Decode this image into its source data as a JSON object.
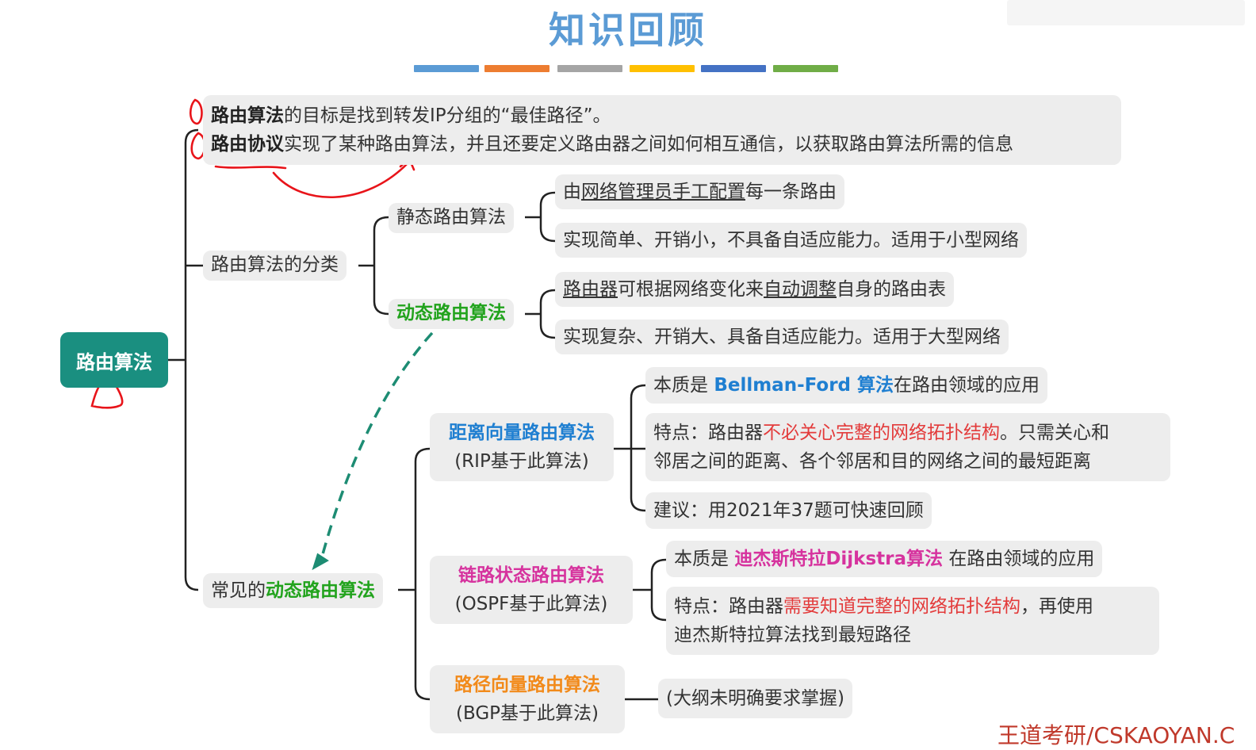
{
  "title": "知识回顾",
  "colors": {
    "title": "#5b9bd5",
    "root_bg": "#1a8f80",
    "green": "#22a31d",
    "blue": "#1f7fd1",
    "magenta": "#d6339e",
    "orange": "#f28a1a",
    "red": "#e33b3b",
    "box_bg": "#ededed",
    "annotation_red": "#e8141a",
    "arrow_teal": "#1d8c73",
    "watermark": "#c0392b",
    "bars": [
      "#5b9bd5",
      "#ed7d31",
      "#a5a5a5",
      "#ffc000",
      "#4472c4",
      "#70ad47"
    ]
  },
  "root": "路由算法",
  "intro": {
    "line1": {
      "bold": "路由算法",
      "text": "的目标是找到转发IP分组的“最佳路径”。"
    },
    "line2": {
      "bold": "路由协议",
      "text": "实现了某种路由算法，并且还要定义路由器之间如何相互通信，以获取路由算法所需的信息"
    }
  },
  "classification": {
    "label": "路由算法的分类",
    "static": {
      "label": "静态路由算法",
      "desc1": {
        "underlined": "网络管理员手工配置",
        "prefix": "由",
        "suffix": "每一条路由"
      },
      "desc2": "实现简单、开销小，不具备自适应能力。适用于小型网络"
    },
    "dynamic": {
      "label": "动态路由算法",
      "desc1": {
        "u1": "路由器",
        "mid": "可根据网络变化来",
        "u2": "自动调整",
        "suffix": "自身的路由表"
      },
      "desc2": "实现复杂、开销大、具备自适应能力。适用于大型网络"
    }
  },
  "common": {
    "prefix": "常见的",
    "highlight": "动态路由算法",
    "dv": {
      "name": "距离向量路由算法",
      "sub": "(RIP基于此算法)",
      "essence": {
        "prefix": "本质是 ",
        "highlight": "Bellman-Ford 算法",
        "suffix": "在路由领域的应用"
      },
      "feature": {
        "prefix": "特点：路由器",
        "highlight": "不必关心完整的网络拓扑结构",
        "suffix": "。只需关心和",
        "line2": "邻居之间的距离、各个邻居和目的网络之间的最短距离"
      },
      "advice": "建议：用2021年37题可快速回顾"
    },
    "ls": {
      "name": "链路状态路由算法",
      "sub": "(OSPF基于此算法)",
      "essence": {
        "prefix": "本质是 ",
        "highlight": "迪杰斯特拉Dijkstra算法",
        "suffix": " 在路由领域的应用"
      },
      "feature": {
        "prefix": "特点：路由器",
        "highlight": "需要知道完整的网络拓扑结构",
        "suffix": "，再使用",
        "line2": "迪杰斯特拉算法找到最短路径"
      }
    },
    "pv": {
      "name": "路径向量路由算法",
      "sub": "(BGP基于此算法)",
      "note": "(大纲未明确要求掌握)"
    }
  },
  "watermark": "王道考研/CSKAOYAN.C"
}
